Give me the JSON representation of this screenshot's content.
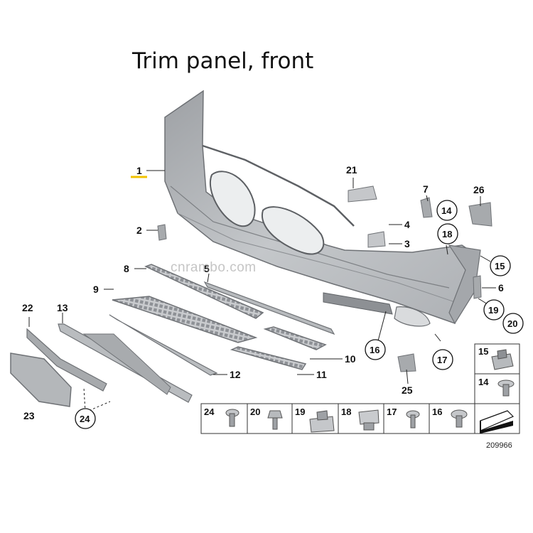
{
  "title": "Trim panel, front",
  "watermark": "cnrambo.com",
  "diagram_id": "209966",
  "colors": {
    "part_fill": "#b9bcc0",
    "part_stroke": "#707377",
    "highlight": "#f2c200",
    "ink": "#1a1a1a"
  },
  "callouts": [
    {
      "id": "c1",
      "label": "1",
      "circled": false
    },
    {
      "id": "c2",
      "label": "2",
      "circled": false
    },
    {
      "id": "c3",
      "label": "3",
      "circled": false
    },
    {
      "id": "c4",
      "label": "4",
      "circled": false
    },
    {
      "id": "c5",
      "label": "5",
      "circled": false
    },
    {
      "id": "c6",
      "label": "6",
      "circled": false
    },
    {
      "id": "c7",
      "label": "7",
      "circled": false
    },
    {
      "id": "c8",
      "label": "8",
      "circled": false
    },
    {
      "id": "c9",
      "label": "9",
      "circled": false
    },
    {
      "id": "c10",
      "label": "10",
      "circled": false
    },
    {
      "id": "c11",
      "label": "11",
      "circled": false
    },
    {
      "id": "c12",
      "label": "12",
      "circled": false
    },
    {
      "id": "c13",
      "label": "13",
      "circled": false
    },
    {
      "id": "c14",
      "label": "14",
      "circled": true
    },
    {
      "id": "c15",
      "label": "15",
      "circled": true
    },
    {
      "id": "c16",
      "label": "16",
      "circled": true
    },
    {
      "id": "c17",
      "label": "17",
      "circled": true
    },
    {
      "id": "c18",
      "label": "18",
      "circled": true
    },
    {
      "id": "c19",
      "label": "19",
      "circled": true
    },
    {
      "id": "c20",
      "label": "20",
      "circled": true
    },
    {
      "id": "c21",
      "label": "21",
      "circled": false
    },
    {
      "id": "c22",
      "label": "22",
      "circled": false
    },
    {
      "id": "c23",
      "label": "23",
      "circled": false
    },
    {
      "id": "c24",
      "label": "24",
      "circled": true
    },
    {
      "id": "c25",
      "label": "25",
      "circled": false
    },
    {
      "id": "c26",
      "label": "26",
      "circled": false
    }
  ],
  "fastener_table": {
    "bottom_row": [
      "24",
      "20",
      "19",
      "18",
      "17",
      "16"
    ],
    "side_column": [
      "15",
      "14"
    ]
  }
}
